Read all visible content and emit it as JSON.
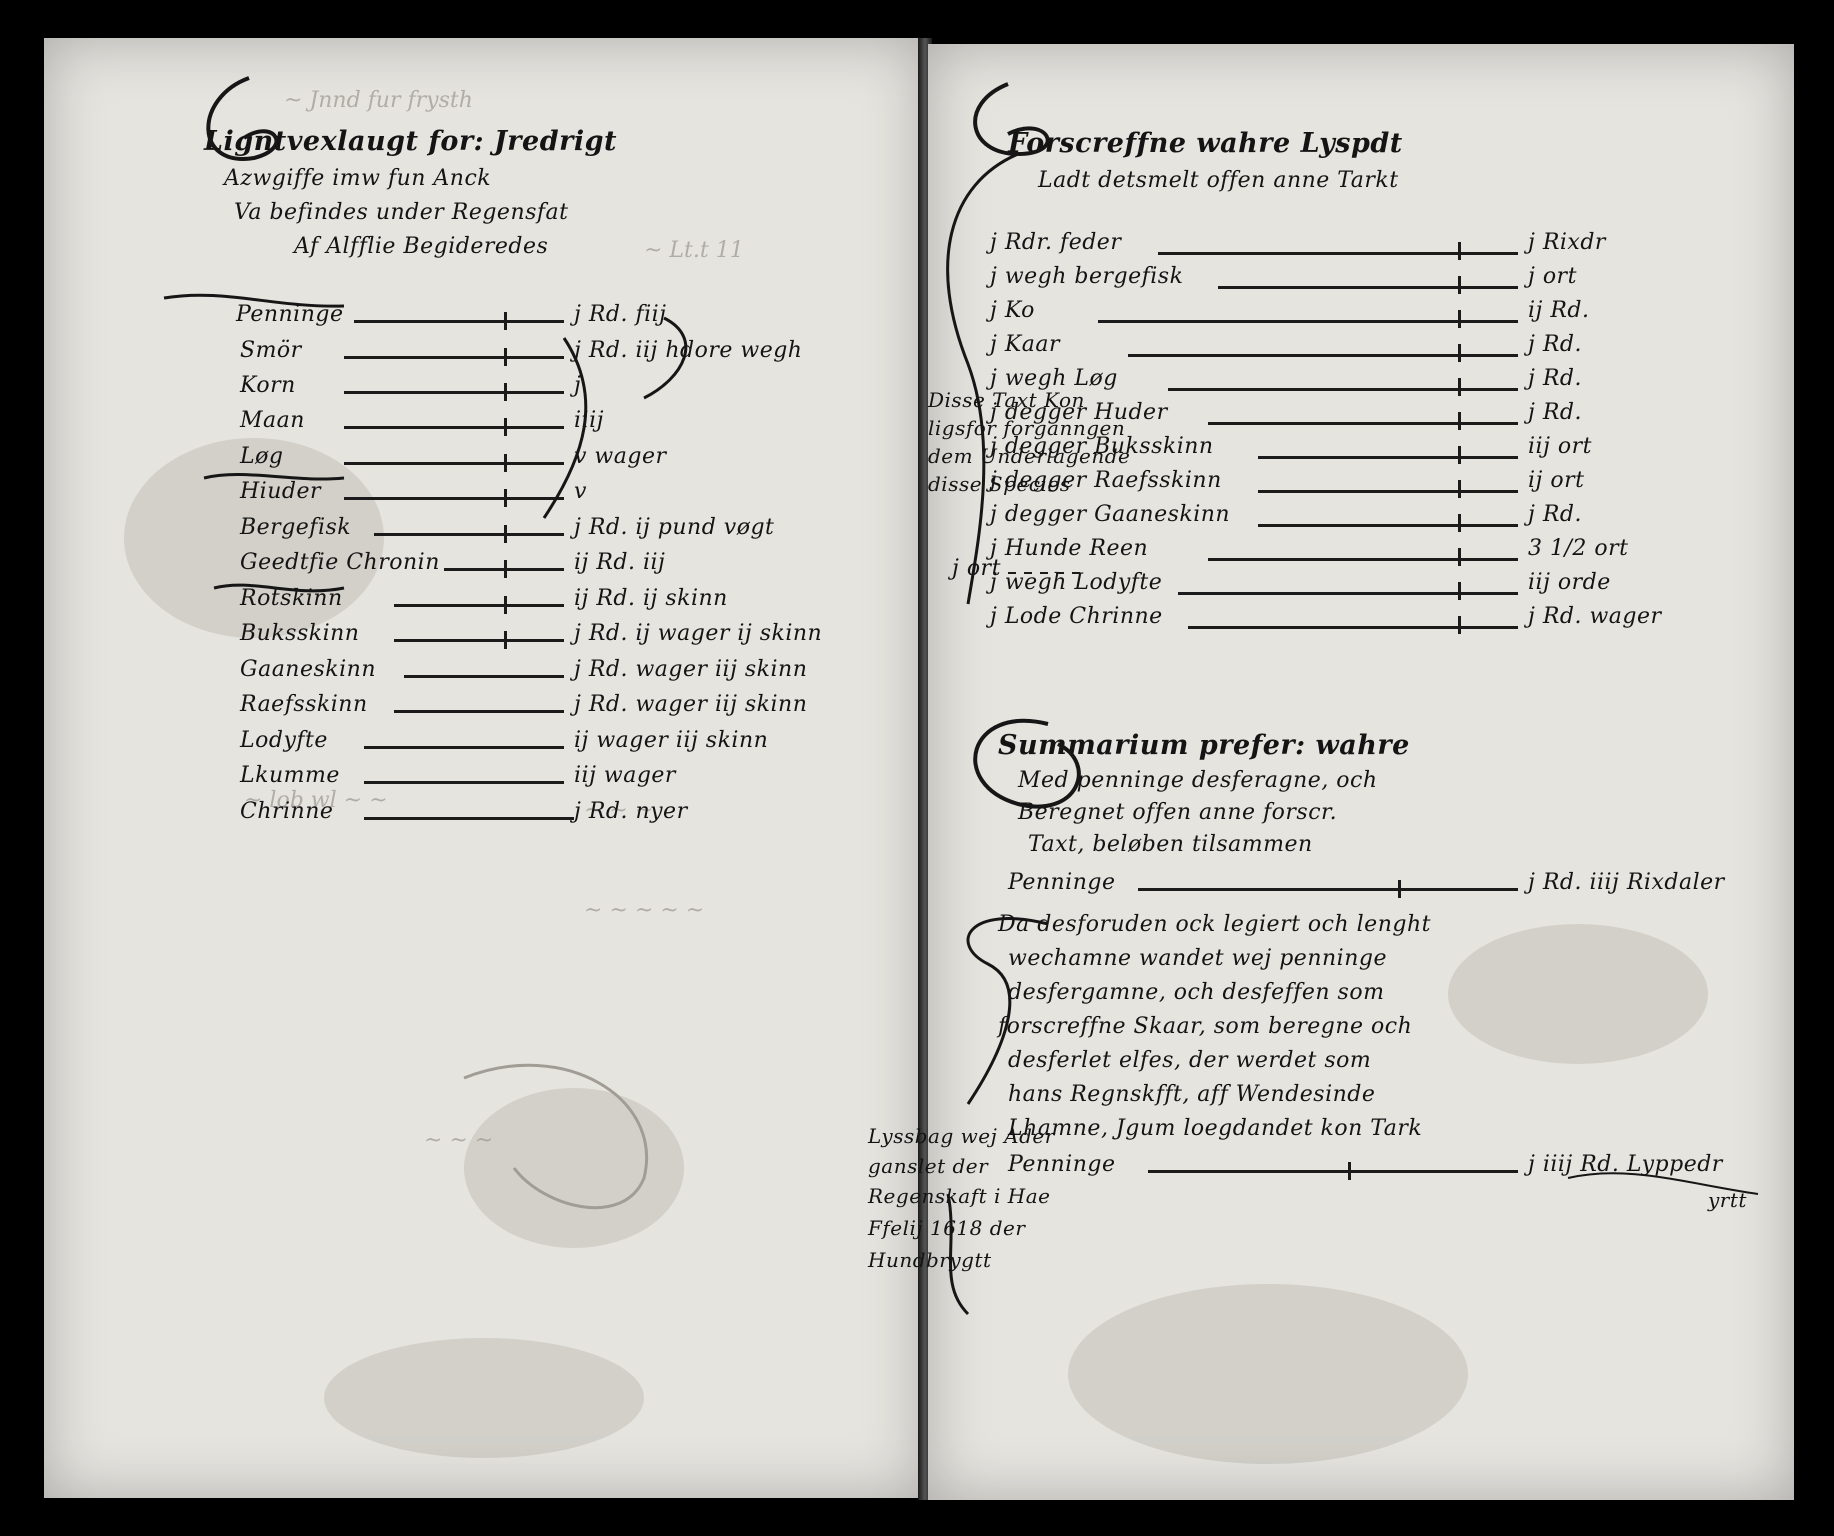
{
  "left_page": {
    "heading": [
      "Ligntvexlaugt for: Jredrigt",
      "Azwgiffe imw fun Anck",
      "Va befindes under Regensfat",
      "Af Alfflie Begideredes"
    ],
    "entries": [
      {
        "item": "Penninge",
        "value": "j Rd. fiij"
      },
      {
        "item": "Smör",
        "value": "j Rd. iij hdore wegh"
      },
      {
        "item": "Korn",
        "value": "j"
      },
      {
        "item": "Maan",
        "value": "iiij"
      },
      {
        "item": "Løg",
        "value": "v wager"
      },
      {
        "item": "Hiuder",
        "value": "v"
      },
      {
        "item": "Bergefisk",
        "value": "j Rd. ij pund vøgt"
      },
      {
        "item": "Geedtfie Chronin",
        "value": "ij Rd. iij"
      },
      {
        "item": "Rotskinn",
        "value": "ij Rd. ij skinn"
      },
      {
        "item": "Buksskinn",
        "value": "j Rd. ij wager ij skinn"
      },
      {
        "item": "Gaaneskinn",
        "value": "j Rd. wager iij skinn"
      },
      {
        "item": "Raefsskinn",
        "value": "j Rd. wager iij skinn"
      },
      {
        "item": "Lodyfte",
        "value": "ij wager iij skinn"
      },
      {
        "item": "Lkumme",
        "value": "iij wager"
      },
      {
        "item": "Chrinne",
        "value": "j Rd. nyer"
      }
    ]
  },
  "right_page": {
    "heading": [
      "Forscreffne wahre Lyspdt",
      "Ladt detsmelt offen anne Tarkt"
    ],
    "entries": [
      {
        "item": "j Rdr. feder",
        "value": "j Rixdr"
      },
      {
        "item": "j wegh bergefisk",
        "value": "j ort"
      },
      {
        "item": "j Ko",
        "value": "ij Rd."
      },
      {
        "item": "j Kaar",
        "value": "j Rd."
      },
      {
        "item": "j wegh Løg",
        "value": "j Rd."
      },
      {
        "item": "j degger Huder",
        "value": "j Rd."
      },
      {
        "item": "j degger Buksskinn",
        "value": "iij ort"
      },
      {
        "item": "j degger Raefsskinn",
        "value": "ij ort"
      },
      {
        "item": "j degger Gaaneskinn",
        "value": "j Rd."
      },
      {
        "item": "j Hunde Reen",
        "value": "3 1/2 ort"
      },
      {
        "item": "j wegh Lodyfte",
        "value": "iij orde"
      },
      {
        "item": "j Lode Chrinne",
        "value": "j Rd. wager"
      }
    ],
    "margin_note": [
      "Disse Taxt Kon",
      "ligsfor forganngen",
      "dem Underlagende",
      "disse Species"
    ],
    "margin_mark": "j ort",
    "summary_heading": [
      "Summarium prefer: wahre",
      "Med penninge desferagne, och",
      "Beregnet offen anne forscr.",
      "Taxt, beløben tilsammen"
    ],
    "summary_entry": {
      "item": "Penninge",
      "value": "j Rd. iiij Rixdaler"
    },
    "paragraph": [
      "Da desforuden ock legiert och lenght",
      "wechamne wandet wej penninge",
      "desfergamne, och desfeffen som",
      "forscreffne Skaar, som beregne och",
      "desferlet elfes, der werdet som",
      "hans Regnskfft, aff Wendesinde",
      "Lhamne, Jgum loegdandet kon Tark"
    ],
    "final_entry": {
      "item": "Penninge",
      "value": "j iiij Rd. Lyppedr"
    },
    "signature": [
      "Lyssbag wej Ader",
      "ganslet der",
      "Regenskaft i Hae",
      "Ffelij 1618 der",
      "Hundbrygtt"
    ],
    "corner_note": "yrtt"
  }
}
